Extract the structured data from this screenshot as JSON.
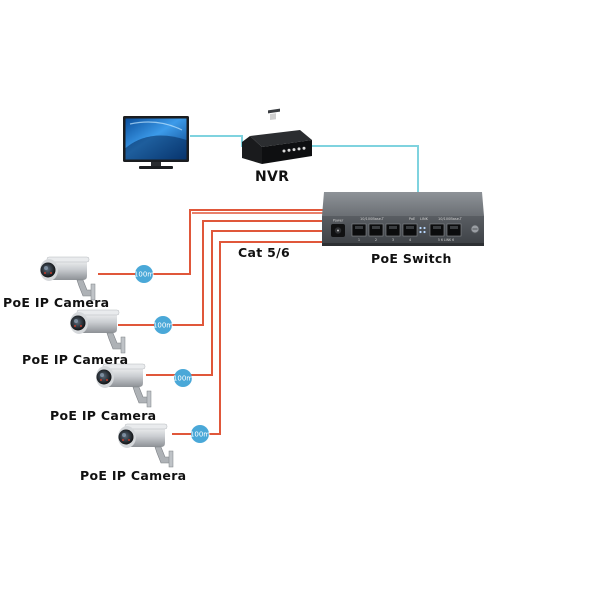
{
  "labels": {
    "nvr": "NVR",
    "switch": "PoE Switch",
    "cable": "Cat 5/6"
  },
  "cameras": [
    {
      "label": "PoE IP Camera",
      "distance": "100m"
    },
    {
      "label": "PoE IP Camera",
      "distance": "100m"
    },
    {
      "label": "PoE IP Camera",
      "distance": "100m"
    },
    {
      "label": "PoE IP Camera",
      "distance": "100m"
    }
  ],
  "switch_panel": {
    "power_label": "Power",
    "group1_label": "10/100Base-T",
    "group2_label": "10/100Base-T",
    "poe_label": "PoE",
    "link_label": "LINK",
    "port_numbers": [
      "1",
      "2",
      "3",
      "4"
    ],
    "uplink_numbers": "5 6  LINK  6"
  },
  "colors": {
    "poe_cable": "#e0573a",
    "network_cable": "#7fd3df",
    "badge": "#4aa8d8",
    "switch_body": "#6b6f74"
  },
  "icons": {
    "monitor": "monitor-icon",
    "nvr": "nvr-icon",
    "switch": "poe-switch-icon",
    "camera": "ip-camera-icon"
  }
}
